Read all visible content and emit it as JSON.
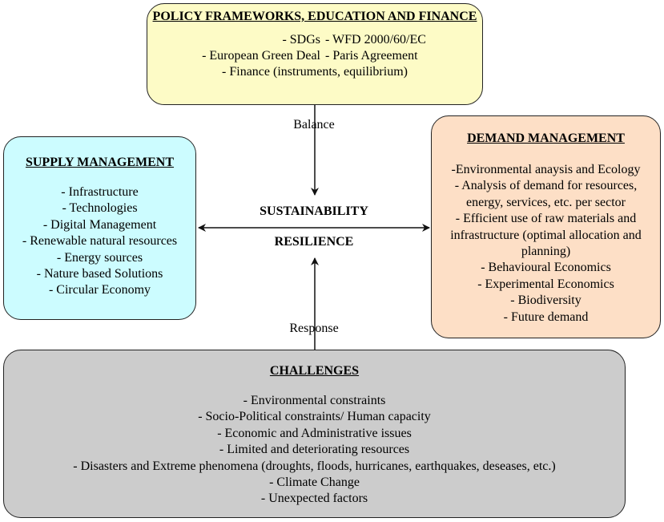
{
  "policy": {
    "title": "POLICY FRAMEWORKS, EDUCATION AND FINANCE",
    "items": [
      "- SDGs",
      "- WFD 2000/60/EC",
      "- European Green Deal",
      "- Paris Agreement"
    ],
    "last_item": "- Finance (instruments, equilibrium)"
  },
  "supply": {
    "title": "SUPPLY MANAGEMENT",
    "items": [
      "- Infrastructure",
      "- Technologies",
      "- Digital Management",
      "- Renewable natural resources",
      "- Energy sources",
      "- Nature based Solutions",
      "- Circular Economy"
    ]
  },
  "demand": {
    "title": "DEMAND MANAGEMENT",
    "items": [
      "-Environmental anaysis and Ecology",
      "- Analysis of demand for resources,",
      "energy, services, etc. per sector",
      "- Efficient use of raw materials and",
      "infrastructure (optimal allocation and",
      "planning)",
      "- Behavioural Economics",
      "- Experimental Economics",
      "- Biodiversity",
      "- Future demand"
    ]
  },
  "challenges": {
    "title": "CHALLENGES",
    "items": [
      "- Environmental constraints",
      "- Socio-Political constraints/ Human capacity",
      "- Economic and Administrative issues",
      "- Limited and deteriorating resources",
      "- Disasters and Extreme phenomena (droughts, floods,  hurricanes, earthquakes, deseases, etc.)",
      "- Climate Change",
      "- Unexpected factors"
    ]
  },
  "center": {
    "line1": "SUSTAINABILITY",
    "line2": "RESILIENCE"
  },
  "edges": {
    "top": "Balance",
    "bottom": "Response"
  },
  "colors": {
    "policy": "#fdfbc6",
    "supply": "#ccfcff",
    "demand": "#fddfc6",
    "challenges": "#cccccc"
  }
}
